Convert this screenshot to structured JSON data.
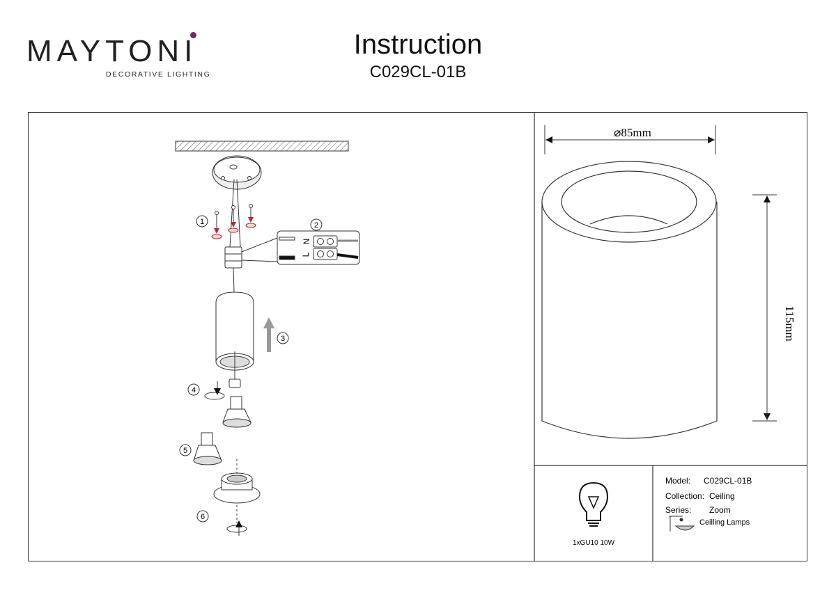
{
  "header": {
    "brand": "MAYTONI",
    "brand_tagline": "DECORATIVE LIGHTING",
    "title": "Instruction",
    "model": "C029CL-01B"
  },
  "steps": {
    "s1": "1",
    "s2": "2",
    "s3": "3",
    "s4": "4",
    "s5": "5",
    "s6": "6"
  },
  "wiring": {
    "n": "N",
    "l": "L"
  },
  "dimensions": {
    "diameter": "⌀85mm",
    "height": "115mm"
  },
  "bulb": {
    "spec": "1xGU10 10W",
    "icon": "light-bulb-icon"
  },
  "info": {
    "model_label": "Model:",
    "model_value": "C029CL-01B",
    "collection_label": "Collection:",
    "collection_value": "Ceiling",
    "series_label": "Series:",
    "series_value": "Zoom",
    "category": "Ceilling Lamps",
    "category_icon": "ceiling-lamp-icon"
  },
  "colors": {
    "brand_accent": "#6d2a6b",
    "line": "#333333",
    "arrow_red": "#c0272d"
  }
}
